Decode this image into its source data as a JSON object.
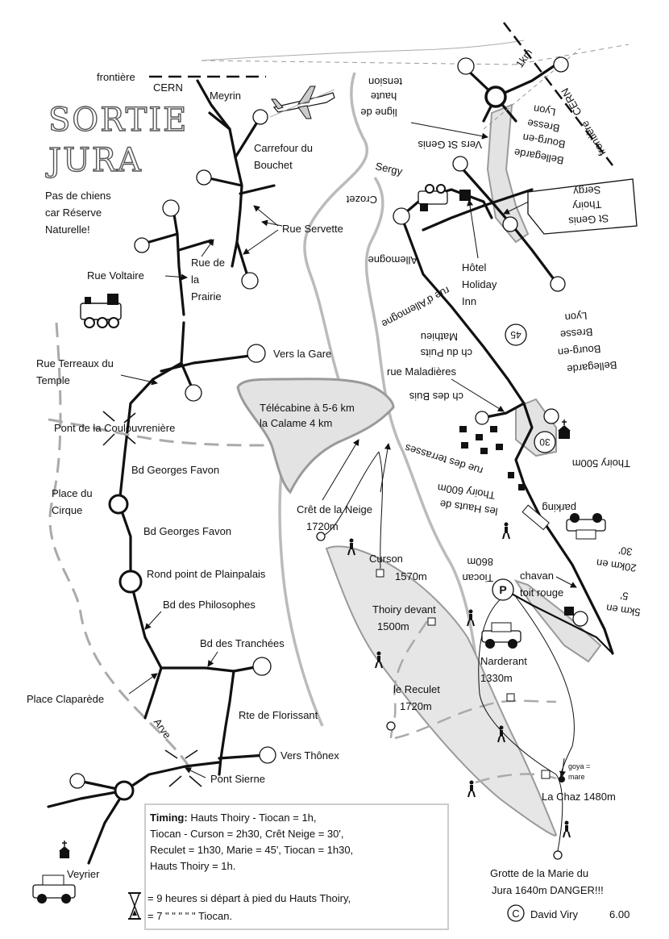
{
  "title": [
    "SORTIE",
    "JURA"
  ],
  "notes": {
    "dogs": [
      "Pas de chiens",
      "car Réserve",
      "Naturelle!"
    ]
  },
  "labels": {
    "frontiere": "frontière",
    "cern": "CERN",
    "meyrin": "Meyrin",
    "carrefour": [
      "Carrefour du",
      "Bouchet"
    ],
    "rue_servette": "Rue Servette",
    "rue_prairie": [
      "Rue de",
      "la",
      "Prairie"
    ],
    "rue_voltaire": "Rue Voltaire",
    "rue_terreaux": [
      "Rue Terreaux du",
      "Temple"
    ],
    "vers_gare": "Vers la Gare",
    "pont_coulouvreniere": "Pont de la Coulouvrenière",
    "bd_favon_1": "Bd Georges Favon",
    "place_cirque": [
      "Place du",
      "Cirque"
    ],
    "bd_favon_2": "Bd Georges Favon",
    "rond_point": "Rond point de Plainpalais",
    "bd_philosophes": "Bd des Philosophes",
    "bd_tranchees": "Bd des Tranchées",
    "place_claparede": "Place Claparède",
    "arve": "Arve",
    "rte_florissant": "Rte de Florissant",
    "vers_thonex": "Vers Thônex",
    "pont_sierne": "Pont Sierne",
    "veyrier": "Veyrier",
    "telecabine": [
      "Télécabine à 5-6 km",
      "la Calame  4 km"
    ],
    "cret_neige": [
      "Crêt de la Neige",
      "1720m"
    ],
    "curson": [
      "Curson",
      "1570m"
    ],
    "thoiry_devant": [
      "Thoiry devant",
      "1500m"
    ],
    "reculet": [
      "le Reculet",
      "1720m"
    ],
    "narderant": [
      "Narderant",
      "1330m"
    ],
    "chavan": [
      "chavan",
      "toit rouge"
    ],
    "goya": [
      "goya =",
      "mare"
    ],
    "la_chaz": "La Chaz 1480m",
    "grotte": [
      "Grotte de la Marie du",
      "Jura 1640m DANGER!!!"
    ],
    "rue_maladieres": "rue Maladières",
    "hotel": [
      "Hôtel",
      "Holiday",
      "Inn"
    ],
    "sergy": "Sergy",
    "crozet": "Crozet",
    "one_km": "1km",
    "route_45": "45",
    "route_30": "30",
    "p": "P"
  },
  "flipped_labels": {
    "ligne": [
      "ligne de",
      "haute",
      "tension"
    ],
    "frontiere_cern": [
      "frontière",
      "CERN"
    ],
    "bbl_top": [
      "Bellegarde",
      "Bourg-en",
      "Bresse",
      "Lyon"
    ],
    "vers_st_genis": "Vers St Genis",
    "st_genis": [
      "St Genis",
      "Thoiry",
      "Sergy"
    ],
    "allemogne": "Allemogne",
    "rue_allemogne": "rue d'Allemogne",
    "bbl_mid": [
      "Bellegarde",
      "Bourg-en",
      "Bresse",
      "Lyon"
    ],
    "ch_puits": [
      "ch du Puits",
      "Mathieu"
    ],
    "ch_buis": "ch des Buis",
    "thoiry_500": "Thoiry 500m",
    "rue_terrasses": "rue des terrasses",
    "hauts_thoiry": [
      "les Hauts de",
      "Thoiry 600m"
    ],
    "parking": "parking",
    "tiocan": [
      "Tiocan",
      "860m"
    ],
    "km20": [
      "20km en",
      "30'"
    ],
    "km5": [
      "5km en",
      "5'"
    ]
  },
  "timing": {
    "heading": "Timing:",
    "line1": " Hauts Thoiry - Tiocan = 1h,",
    "line2": "Tiocan - Curson = 2h30, Crêt Neige = 30',",
    "line3": "Reculet = 1h30, Marie = 45', Tiocan = 1h30,",
    "line4": "Hauts Thoiry = 1h.",
    "line5": "= 9 heures si départ à pied du Hauts Thoiry,",
    "line6": "= 7      \"          \"          \"          \"     \"    Tiocan."
  },
  "credit": {
    "symbol": "C",
    "author": "David Viry",
    "date": "6.00"
  }
}
